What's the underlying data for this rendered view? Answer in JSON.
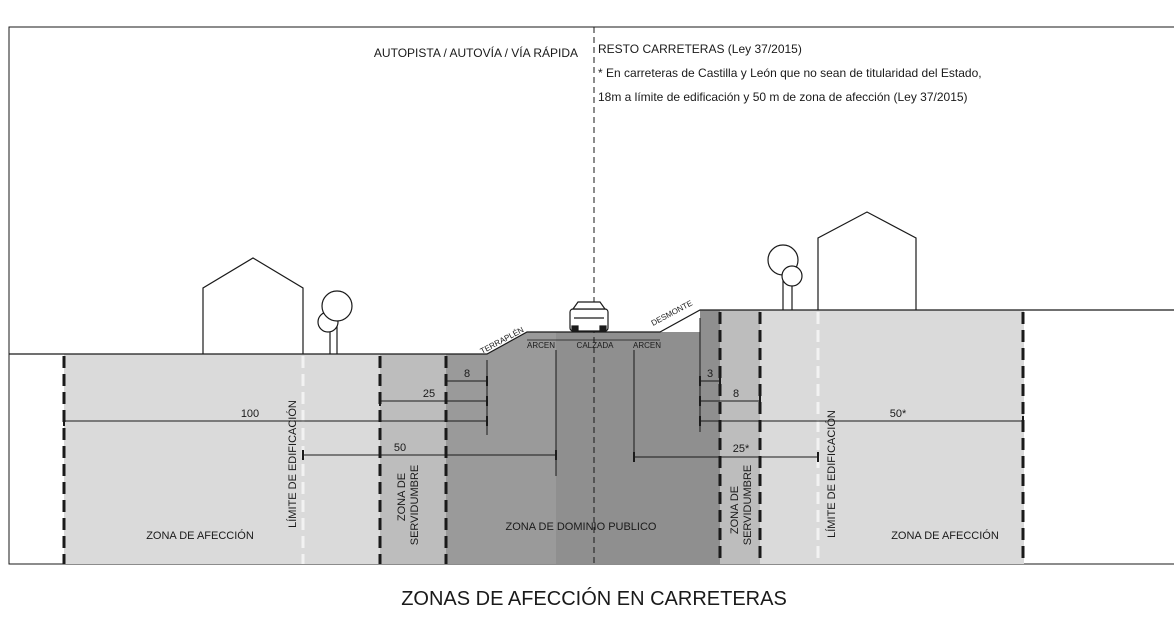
{
  "header": {
    "left_title": "AUTOPISTA / AUTOVÍA / VÍA RÁPIDA",
    "right_title": "RESTO CARRETERAS (Ley 37/2015)",
    "right_note_1": "* En carreteras de Castilla y León que no sean de titularidad del Estado,",
    "right_note_2": "18m a límite de edificación y 50 m de zona de afección (Ley 37/2015)"
  },
  "road": {
    "terraplen": "TERRAPLÉN",
    "desmonte": "DESMONTE",
    "arcen_left": "ARCEN",
    "calzada": "CALZADA",
    "arcen_right": "ARCEN"
  },
  "distances": {
    "left_100": "100",
    "left_50": "50",
    "left_25": "25",
    "left_8": "8",
    "right_3": "3",
    "right_8": "8",
    "right_25": "25*",
    "right_50": "50*"
  },
  "zones": {
    "afeccion_left": "ZONA DE AFECCIÓN",
    "limite_left": "LÍMITE DE EDIFICACIÓN",
    "servidumbre_left_1": "ZONA DE",
    "servidumbre_left_2": "SERVIDUMBRE",
    "dominio": "ZONA DE DOMINIO PUBLICO",
    "servidumbre_right_1": "ZONA DE",
    "servidumbre_right_2": "SERVIDUMBRE",
    "limite_right": "LÍMITE DE EDIFICACIÓN",
    "afeccion_right": "ZONA DE AFECCIÓN"
  },
  "caption": "ZONAS DE AFECCIÓN EN CARRETERAS",
  "colors": {
    "afeccion": "#dadada",
    "servidumbre": "#bdbdbd",
    "dominio": "#8f8f8f",
    "line": "#1a1a1a"
  }
}
